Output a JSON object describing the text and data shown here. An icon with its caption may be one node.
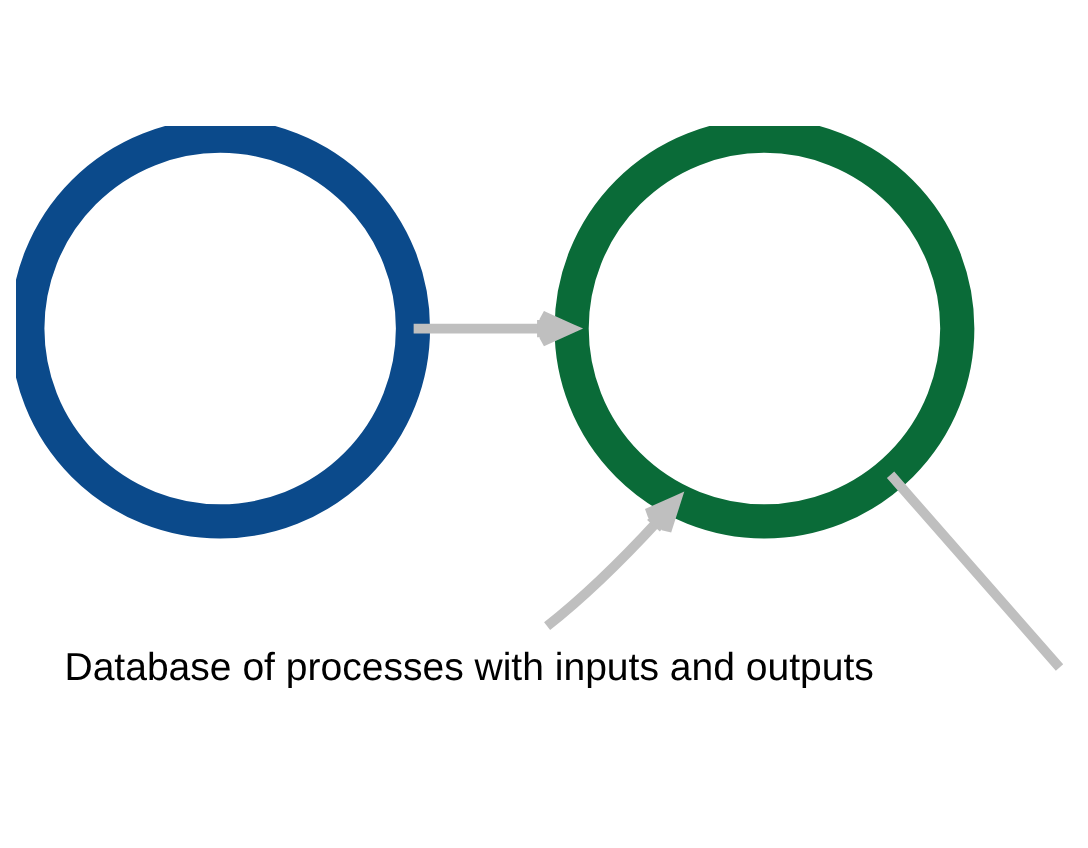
{
  "diagram": {
    "nodes": [
      {
        "text": [],
        "shape": "circle"
      },
      {
        "text": [],
        "shape": "circle"
      },
      {
        "text": [
          "Database of processes with inputs and outputs"
        ]
      }
    ],
    "edges": [
      {
        "from": 0,
        "to": 1,
        "arrow": "to"
      },
      {
        "from": 2,
        "to": 1,
        "arrow": "to"
      },
      {
        "from": 1,
        "to": null,
        "arrow": "none"
      }
    ]
  }
}
